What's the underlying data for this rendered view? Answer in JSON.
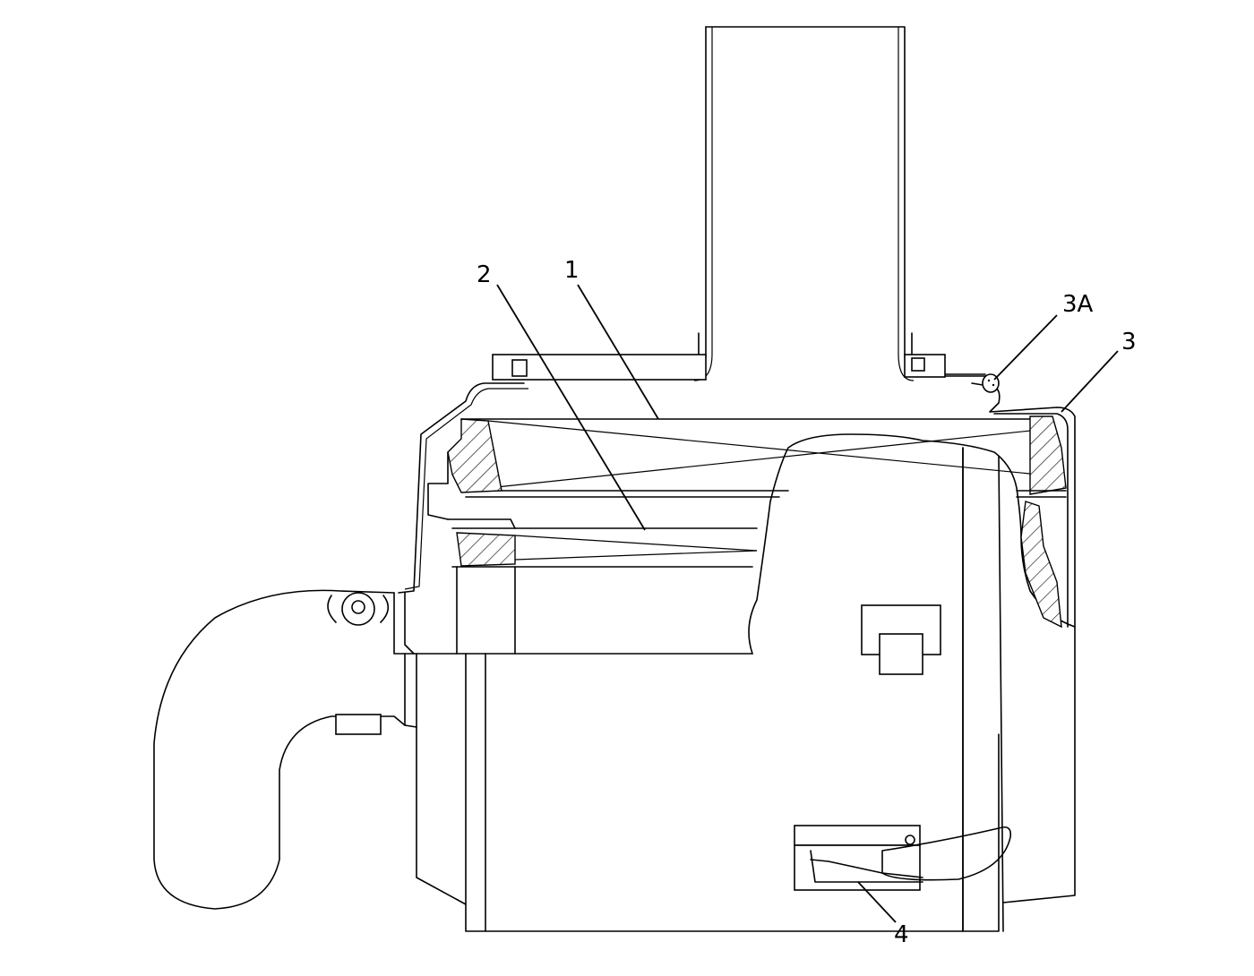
{
  "diagram": {
    "callouts": [
      {
        "id": "c1",
        "label": "1"
      },
      {
        "id": "c2",
        "label": "2"
      },
      {
        "id": "c3a",
        "label": "3A"
      },
      {
        "id": "c3",
        "label": "3"
      },
      {
        "id": "c4",
        "label": "4"
      }
    ]
  }
}
